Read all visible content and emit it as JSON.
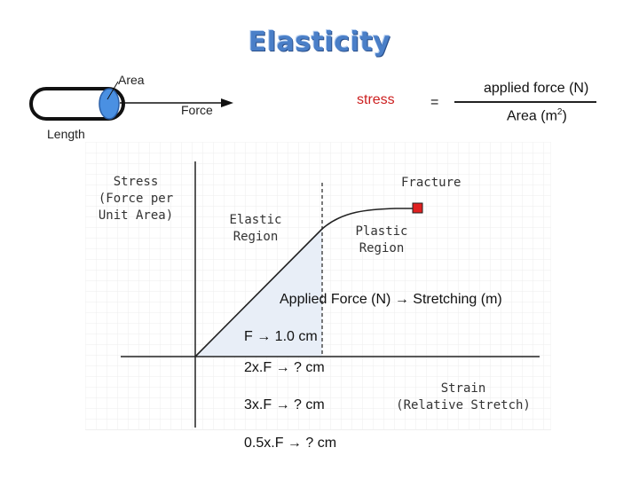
{
  "title": "Elasticity",
  "cylinder": {
    "area_label": "Area",
    "force_label": "Force",
    "length_label": "Length"
  },
  "formula": {
    "lhs": "stress",
    "equals": "=",
    "numerator": "applied force (N)",
    "denominator_base": "Area (m",
    "denominator_exp": "2",
    "denominator_close": ")"
  },
  "graph": {
    "stress_label": [
      "Stress",
      "(Force per",
      "Unit Area)"
    ],
    "strain_label": [
      "Strain",
      "(Relative Stretch)"
    ],
    "elastic_label": [
      "Elastic",
      "Region"
    ],
    "plastic_label": [
      "Plastic",
      "Region"
    ],
    "fracture_label": "Fracture"
  },
  "relation": {
    "text": "Applied Force (N) → Stretching (m)"
  },
  "items": [
    {
      "text": "F → 1.0 cm"
    },
    {
      "text": "2x.F → ? cm"
    },
    {
      "text": "3x.F → ? cm"
    },
    {
      "text": "0.5x.F → ? cm"
    }
  ],
  "colors": {
    "title": "#4a7fc8",
    "stress": "#cc1f1f",
    "fracture_marker": "#e02020",
    "cylinder_end": "#4a90e2",
    "elastic_fill": "#e8eef7"
  }
}
